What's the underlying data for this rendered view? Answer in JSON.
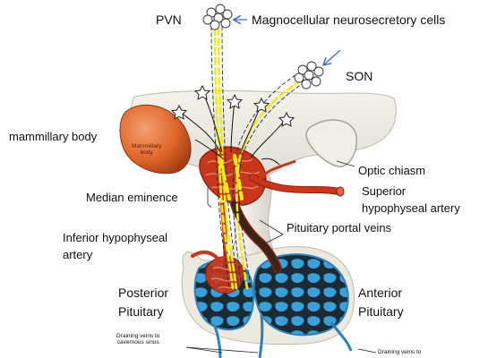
{
  "labels": {
    "pvn": "PVN",
    "magnocellular": "Magnocellular neurosecretory cells",
    "son": "SON",
    "mammillary_body": "mammillary body",
    "mammillary_inner": "Mammillary\nbody",
    "optic_chiasm": "Optic chiasm",
    "superior_artery": "Superior\nhypophyseal artery",
    "median_eminence": "Median eminence",
    "inferior_artery": "Inferior hypophyseal\nartery",
    "portal_veins": "Pituitary portal veins",
    "posterior": "Posterior\nPituitary",
    "anterior": "Anterior\nPituitary",
    "draining_left": "Draining veins to\ncavernous sinus",
    "draining_right": "Draining veins to"
  },
  "colors": {
    "artery": "#c8361c",
    "artery_dark": "#8e1c0c",
    "vein": "#3aa1d8",
    "capillary": "#1b2a35",
    "axon": "#f2ea18",
    "brain": "#ece9e0",
    "mammillary": "#e0652a",
    "arrow": "#3b66c4"
  },
  "icons": [
    "neuron-soma-icon",
    "star-terminal-icon",
    "arrow-icon"
  ]
}
